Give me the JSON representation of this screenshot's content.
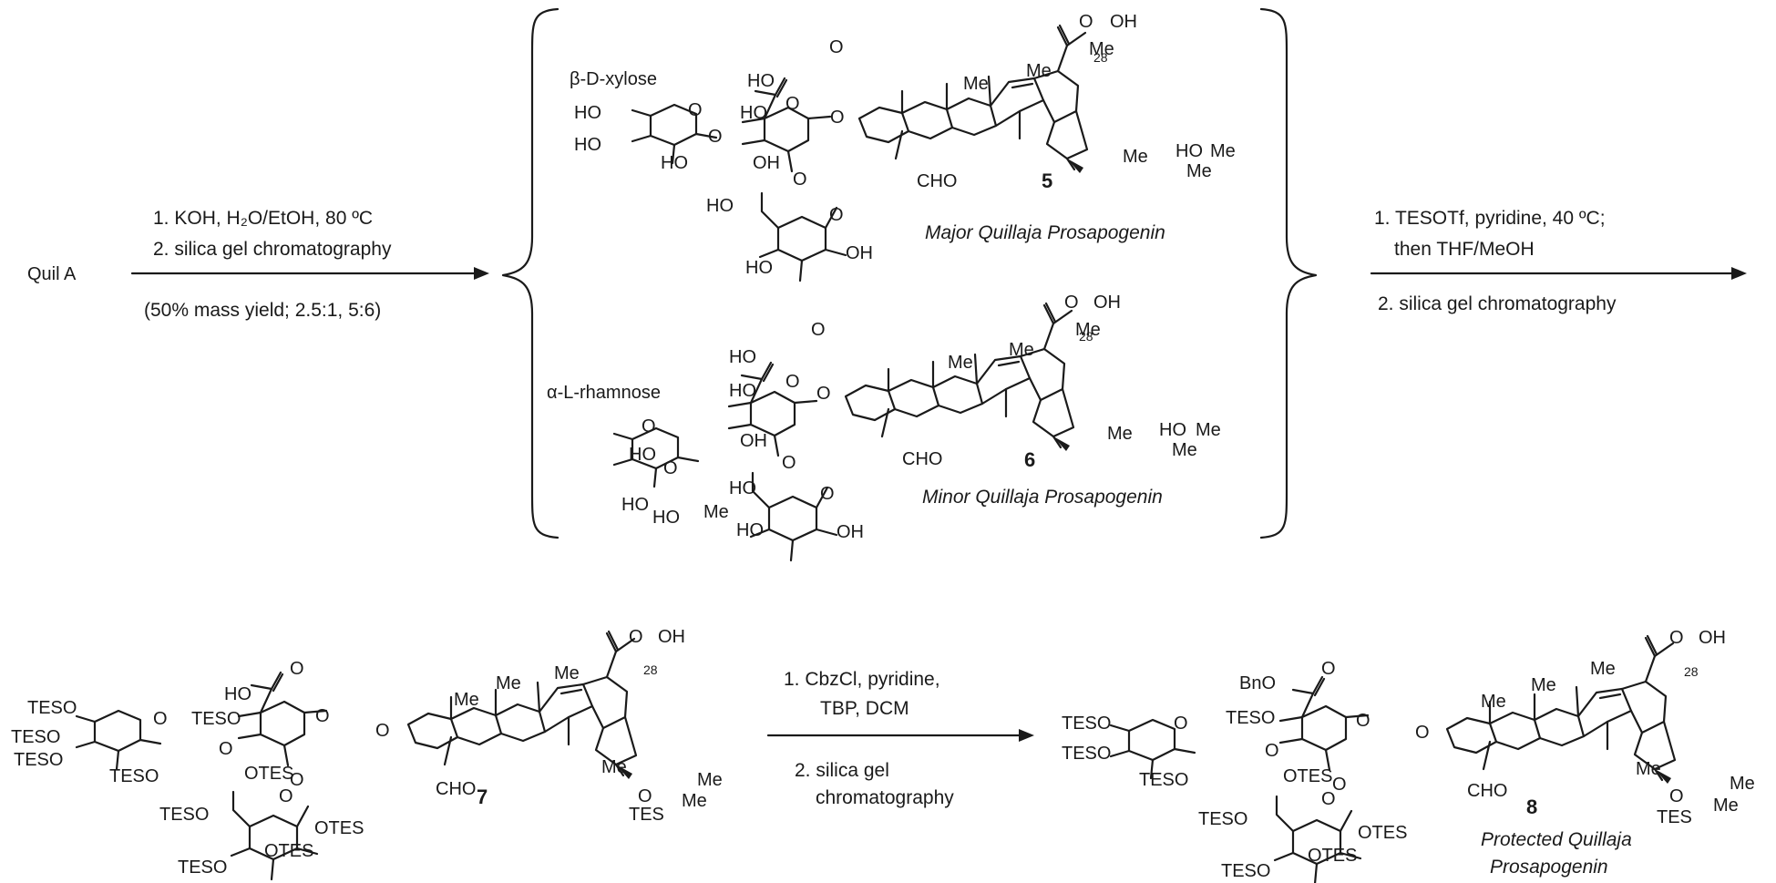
{
  "start_material": "Quil A",
  "step1": {
    "line1": "1. KOH, H₂O/EtOH, 80 ºC",
    "line2": "2. silica gel chromatography",
    "yield": "(50% mass yield; 2.5:1, 5:6)"
  },
  "step2": {
    "line1": "1. TESOTf, pyridine, 40 ºC;",
    "line2": "then THF/MeOH",
    "line3": "2. silica gel chromatography"
  },
  "step3": {
    "line1": "1. CbzCl, pyridine,",
    "line2": "TBP, DCM",
    "line3": "2. silica gel",
    "line4": "chromatography"
  },
  "compound5": {
    "number": "5",
    "name": "Major Quillaja Prosapogenin",
    "sugar": "β-D-xylose"
  },
  "compound6": {
    "number": "6",
    "name": "Minor Quillaja Prosapogenin",
    "sugar": "α-L-rhamnose"
  },
  "compound7": {
    "number": "7"
  },
  "compound8": {
    "number": "8",
    "name_line1": "Protected Quillaja",
    "name_line2": "Prosapogenin"
  },
  "atoms": {
    "oh": "OH",
    "ho": "HO",
    "o": "O",
    "me": "Me",
    "cho": "CHO",
    "c28": "28",
    "teso": "TESO",
    "otes": "OTES",
    "tes": "TES",
    "bno": "BnO"
  }
}
